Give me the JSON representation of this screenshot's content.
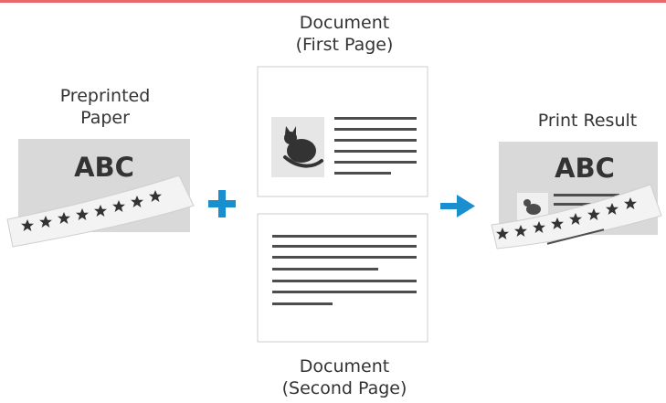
{
  "labels": {
    "preprinted_line1": "Preprinted",
    "preprinted_line2": "Paper",
    "doc_first_line1": "Document",
    "doc_first_line2": "(First Page)",
    "doc_second_line1": "Document",
    "doc_second_line2": "(Second Page)",
    "print_result": "Print Result"
  },
  "paper_text": "ABC",
  "result_text": "ABC",
  "operators": {
    "plus": "+",
    "arrow": "arrow-right-icon"
  },
  "colors": {
    "accent_rule": "#e8696b",
    "operator_blue": "#1a8fd0",
    "paper_gray": "#d9d9d9",
    "dark_text": "#333333",
    "page_border": "#cccccc",
    "line_gray": "#4d4d4d"
  }
}
